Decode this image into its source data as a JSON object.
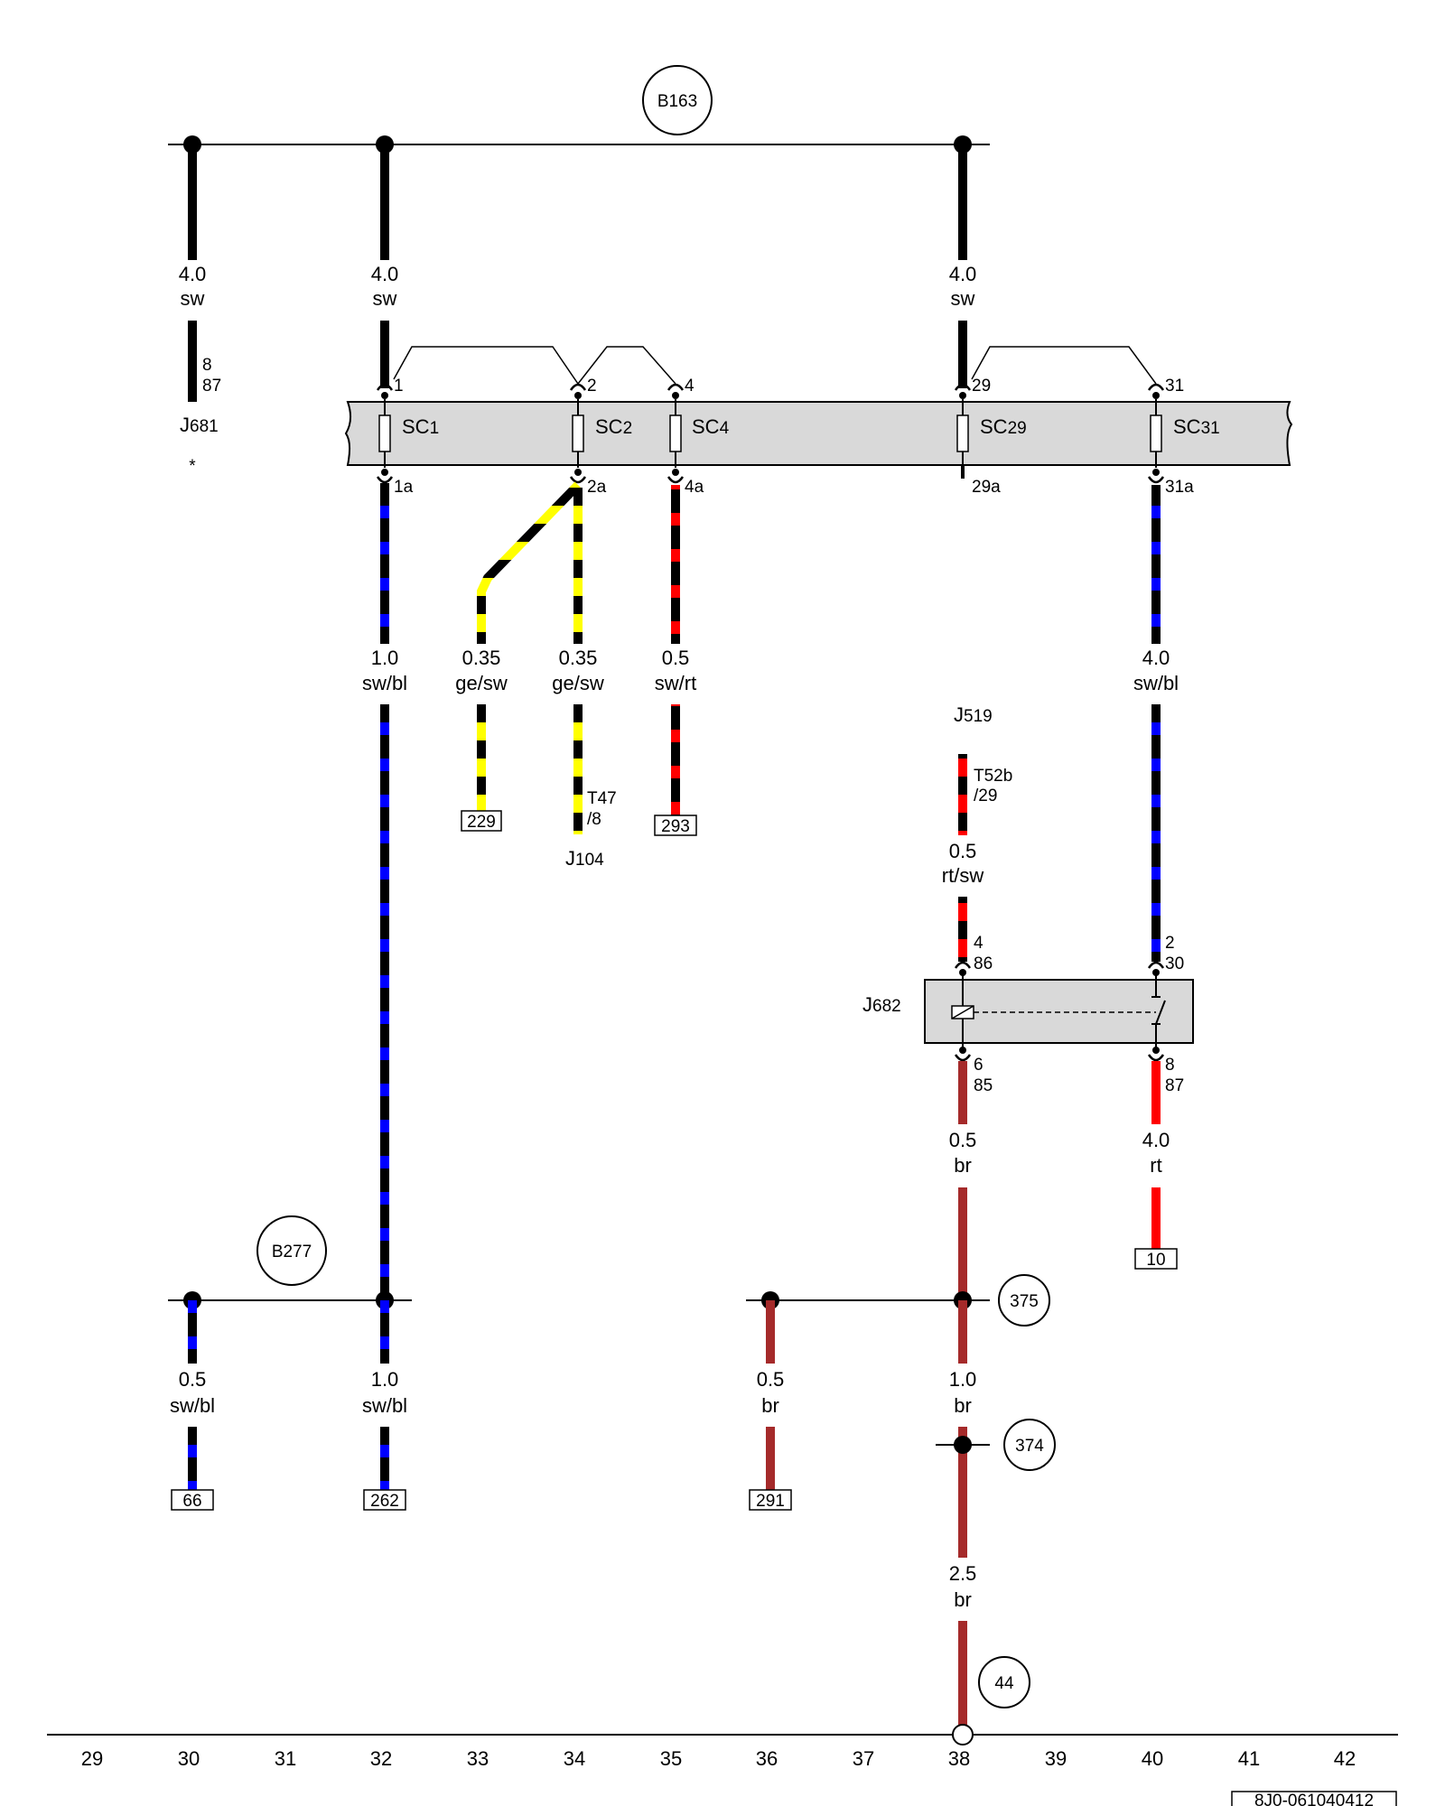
{
  "ground_points": {
    "b163": "B163",
    "b277": "B277",
    "p375": "375",
    "p374": "374",
    "p44": "44"
  },
  "wires": {
    "w_j681_top": {
      "size": "4.0",
      "color": "sw"
    },
    "w_sc1_top": {
      "size": "4.0",
      "color": "sw"
    },
    "w_sc29_top": {
      "size": "4.0",
      "color": "sw"
    },
    "w_sc1_bot": {
      "size": "1.0",
      "color": "sw/bl"
    },
    "w_sc2_left": {
      "size": "0.35",
      "color": "ge/sw"
    },
    "w_sc2_right": {
      "size": "0.35",
      "color": "ge/sw"
    },
    "w_sc4": {
      "size": "0.5",
      "color": "sw/rt"
    },
    "w_sc31": {
      "size": "4.0",
      "color": "sw/bl"
    },
    "w_j519": {
      "size": "0.5",
      "color": "rt/sw"
    },
    "w_j682_85": {
      "size": "0.5",
      "color": "br"
    },
    "w_j682_87": {
      "size": "4.0",
      "color": "rt"
    },
    "w_col30": {
      "size": "0.5",
      "color": "sw/bl"
    },
    "w_col32": {
      "size": "1.0",
      "color": "sw/bl"
    },
    "w_col36": {
      "size": "0.5",
      "color": "br"
    },
    "w_col38a": {
      "size": "1.0",
      "color": "br"
    },
    "w_col38b": {
      "size": "2.5",
      "color": "br"
    }
  },
  "fuse_box": {
    "fuses": [
      {
        "name": "SC",
        "sub": "1",
        "pin_top": "1",
        "pin_bot": "1a"
      },
      {
        "name": "SC",
        "sub": "2",
        "pin_top": "2",
        "pin_bot": "2a"
      },
      {
        "name": "SC",
        "sub": "4",
        "pin_top": "4",
        "pin_bot": "4a"
      },
      {
        "name": "SC",
        "sub": "29",
        "pin_top": "29",
        "pin_bot": "29a"
      },
      {
        "name": "SC",
        "sub": "31",
        "pin_top": "31",
        "pin_bot": "31a"
      }
    ]
  },
  "components": {
    "j681": {
      "name": "J",
      "sub": "681",
      "pin_a": "8",
      "pin_b": "87",
      "note": "*"
    },
    "j104": {
      "name": "J",
      "sub": "104",
      "conn": "T47",
      "conn_pin": "/8"
    },
    "j519": {
      "name": "J",
      "sub": "519",
      "conn": "T52b",
      "conn_pin": "/29"
    },
    "j682": {
      "name": "J",
      "sub": "682",
      "pin_4": "4",
      "pin_86": "86",
      "pin_2": "2",
      "pin_30": "30",
      "pin_6": "6",
      "pin_85": "85",
      "pin_8": "8",
      "pin_87": "87"
    }
  },
  "refs": {
    "r229": "229",
    "r293": "293",
    "r10": "10",
    "r66": "66",
    "r262": "262",
    "r291": "291"
  },
  "columns": [
    "29",
    "30",
    "31",
    "32",
    "33",
    "34",
    "35",
    "36",
    "37",
    "38",
    "39",
    "40",
    "41",
    "42"
  ],
  "doc_id": "8J0-061040412"
}
